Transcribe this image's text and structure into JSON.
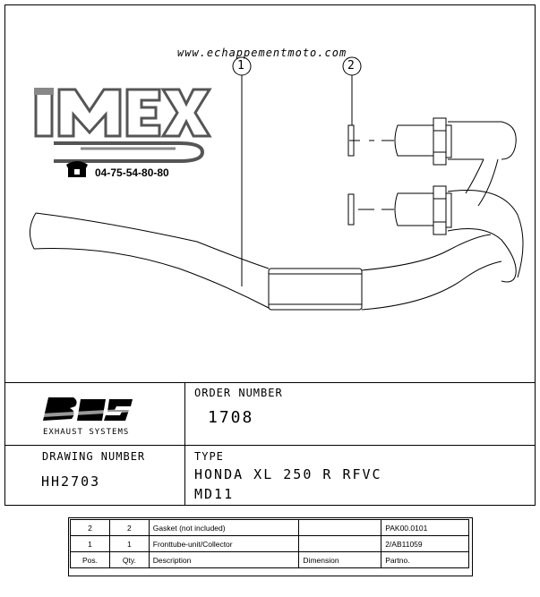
{
  "header": {
    "website": "www.echappementmoto.com",
    "phone": "04-75-54-80-80",
    "logo_text": "IMEX"
  },
  "callouts": [
    {
      "number": "1"
    },
    {
      "number": "2"
    }
  ],
  "title_block": {
    "brand_logo": "BOS",
    "brand_subtitle": "EXHAUST SYSTEMS",
    "order_number_label": "ORDER NUMBER",
    "order_number_value": "1708",
    "drawing_number_label": "DRAWING NUMBER",
    "drawing_number_value": "HH2703",
    "type_label": "TYPE",
    "type_line1": "HONDA XL 250 R RFVC",
    "type_line2": "MD11"
  },
  "parts_list": {
    "rows": [
      {
        "pos": "2",
        "qty": "2",
        "description": "Gasket (not included)",
        "dimension": "",
        "partno": "PAK00.0101"
      },
      {
        "pos": "1",
        "qty": "1",
        "description": "Fronttube-unit/Collector",
        "dimension": "",
        "partno": "2/AB11059"
      }
    ],
    "header": {
      "pos": "Pos.",
      "qty": "Qty.",
      "description": "Description",
      "dimension": "Dimension",
      "partno": "Partno."
    }
  }
}
